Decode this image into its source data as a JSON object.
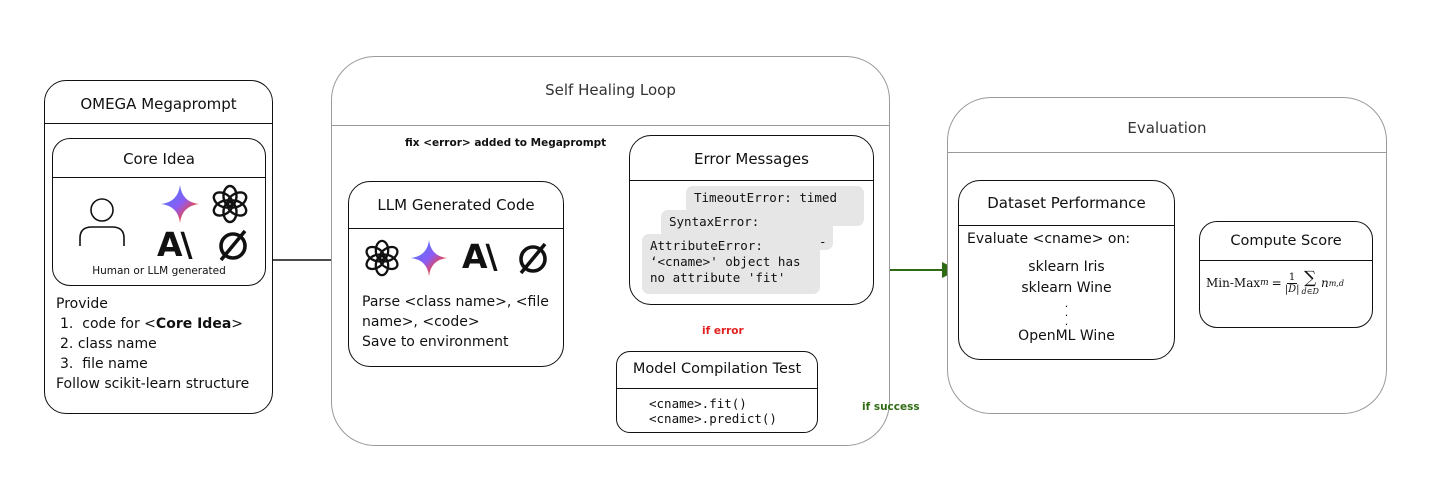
{
  "omega": {
    "title": "OMEGA Megaprompt",
    "core_idea": {
      "title": "Core Idea",
      "caption": "Human or LLM generated",
      "anthropic_logo": "A\\"
    },
    "provide": {
      "heading": "Provide",
      "items": [
        {
          "num": "1.",
          "prefix": "code for <",
          "bold": "Core Idea",
          "suffix": ">"
        },
        {
          "num": "2.",
          "text": "class name"
        },
        {
          "num": "3.",
          "text": "file name"
        }
      ],
      "footer": "Follow scikit-learn structure"
    }
  },
  "loop": {
    "title": "Self Healing Loop",
    "feedback_label": "fix <error> added to Megaprompt",
    "llm_code": {
      "title": "LLM Generated Code",
      "anthropic_logo": "A\\",
      "lines": [
        "Parse <class name>, <file",
        "name>, <code>",
        "Save to environment"
      ]
    },
    "errors": {
      "title": "Error Messages",
      "timeout": "TimeoutError: timed",
      "syntax": "SyntaxError:",
      "syntax_dash": "-",
      "attribute": [
        "AttributeError:",
        "‘<cname>' object has",
        "no attribute 'fit'"
      ]
    },
    "test": {
      "title": "Model Compilation Test",
      "lines": [
        "<cname>.fit()",
        "<cname>.predict()"
      ]
    },
    "if_error": "if error",
    "if_success": "if success",
    "colors": {
      "error_arrow": "#e02020",
      "success_arrow": "#2f6b12"
    }
  },
  "evaluation": {
    "title": "Evaluation",
    "dataset": {
      "title": "Dataset Performance",
      "intro": "Evaluate <cname> on:",
      "items": [
        "sklearn Iris",
        "sklearn Wine",
        ".",
        ".",
        ".",
        "OpenML Wine"
      ]
    },
    "score": {
      "title": "Compute Score",
      "formula": {
        "lhs": "Min-Max",
        "lhs_sub": "m",
        "eq": "=",
        "num": "1",
        "den": "|D|",
        "sum": "∑",
        "sum_sub": "d∈D",
        "term": "n",
        "term_sub": "m,d"
      }
    }
  }
}
